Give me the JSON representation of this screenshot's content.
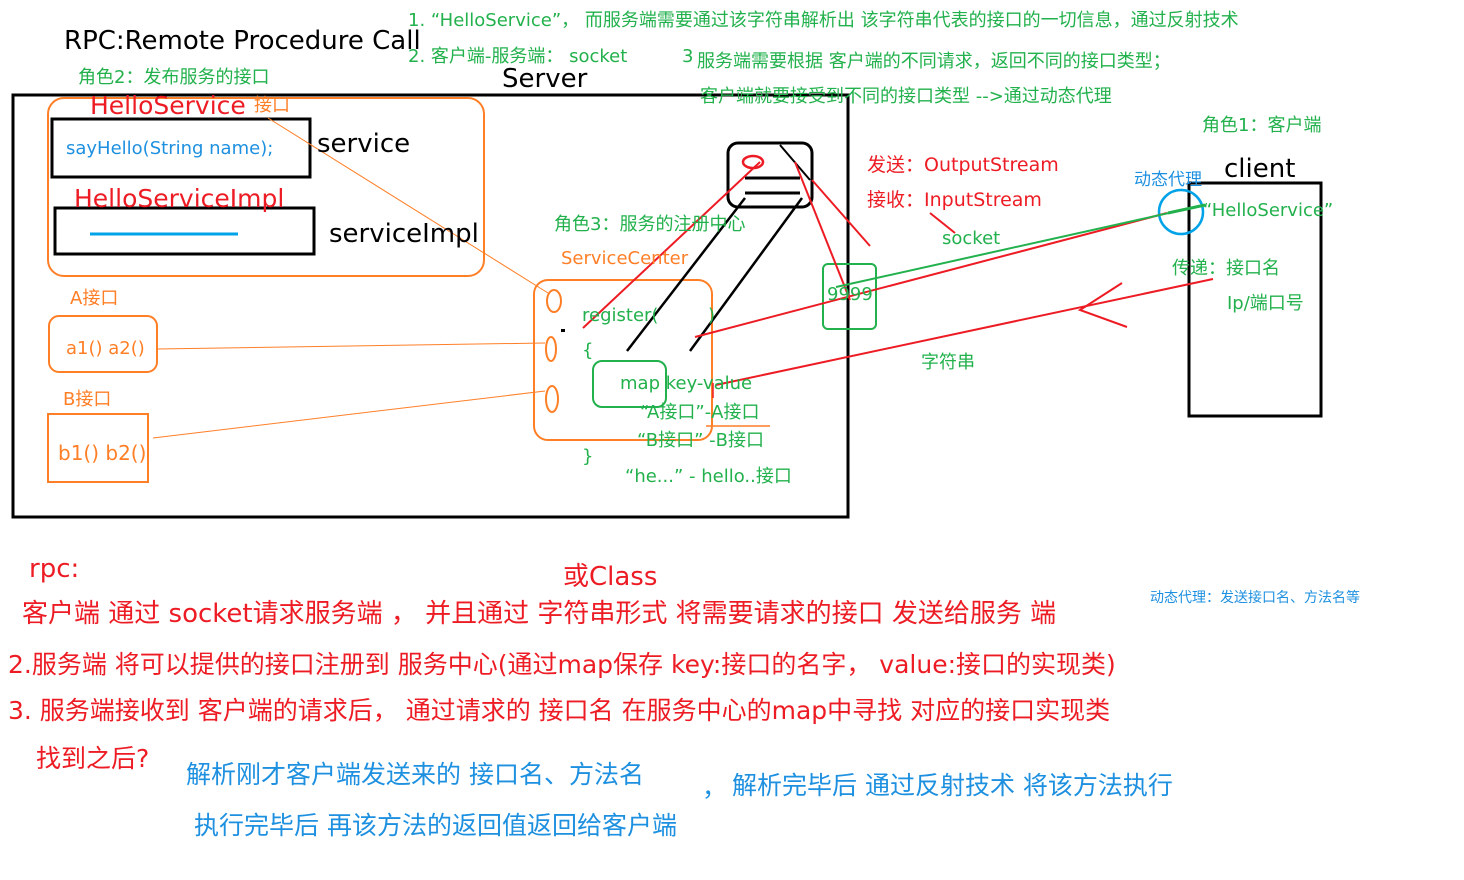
{
  "title": "RPC:Remote Procedure Call",
  "notes": {
    "n1": "1. “HelloService”， 而服务端需要通过该字符串解析出 该字符串代表的接口的一切信息，通过反射技术",
    "n2": "2. 客户端-服务端：  socket",
    "n3_num": "3",
    "n3a": "服务端需要根据 客户端的不同请求，返回不同的接口类型；",
    "n3b": "客户端就要接受到不同的接口类型 -->通过动态代理"
  },
  "server": {
    "label": "Server",
    "role2": "角色2：发布服务的接口",
    "hello_service": "HelloService",
    "iface_word": "接口",
    "say_hello": "sayHello(String name);",
    "service": "service",
    "hello_impl": "HelloServiceImpl",
    "service_impl": "serviceImpl",
    "a_iface": "A接口",
    "a_methods": "a1() a2()",
    "b_iface": "B接口",
    "b_methods": "b1()  b2()",
    "role3": "角色3：服务的注册中心",
    "center_name": "ServiceCenter",
    "register": "register(",
    "register_close": ")",
    "brace_open": "{",
    "brace_close": "}",
    "map_line": "map key-value",
    "entry_a": "“A接口”-A接口",
    "entry_b": "“B接口”  -B接口",
    "entry_he": "“he...”  - hello..接口",
    "port": "9999"
  },
  "io": {
    "send": "发送：OutputStream",
    "recv": "接收：InputStream",
    "socket": "socket",
    "string_label": "字符串"
  },
  "client": {
    "role1": "角色1：客户端",
    "label": "client",
    "proxy": "动态代理",
    "hello_str": "“HelloService”",
    "pass": "传递：接口名",
    "ip_port": "Ip/端口号"
  },
  "bottom": {
    "rpc": "rpc:",
    "or_class": "或Class",
    "line1": "客户端 通过 socket请求服务端  ，  并且通过 字符串形式 将需要请求的接口 发送给服务   端",
    "proxy_note": "动态代理：发送接口名、方法名等",
    "line2": "2.服务端 将可以提供的接口注册到 服务中心(通过map保存   key:接口的名字，  value:接口的实现类)",
    "line3": "3. 服务端接收到 客户端的请求后，  通过请求的   接口名   在服务中心的map中寻找 对应的接口实现类",
    "found": "找到之后?",
    "parse": "解析刚才客户端发送来的 接口名、方法名",
    "comma": "，",
    "exec": "解析完毕后 通过反射技术 将该方法执行",
    "ret": "执行完毕后  再该方法的返回值返回给客户端"
  },
  "colors": {
    "black": "#000000",
    "green": "#22b14c",
    "red": "#ed1c24",
    "orange": "#ff7f27",
    "blue": "#1e90e0",
    "lightblue": "#00a2e8"
  }
}
